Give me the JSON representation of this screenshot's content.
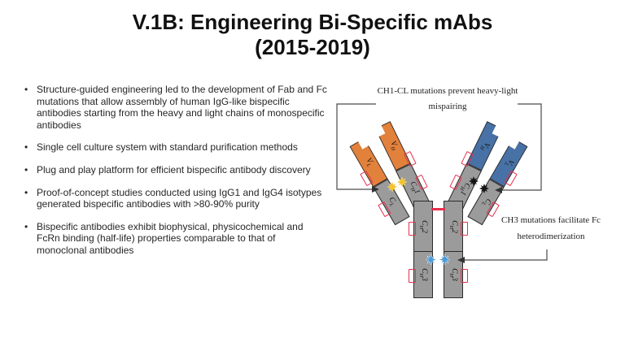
{
  "slide": {
    "title_line1": "V.1B: Engineering Bi-Specific mAbs",
    "title_line2": "(2015-2019)",
    "bullets": [
      "Structure-guided engineering led to the development of Fab and Fc mutations that allow assembly of human IgG-like bispecific antibodies starting from the heavy and light chains of monospecific antibodies",
      "Single cell culture system with standard purification methods",
      "Plug and play platform for efficient bispecific antibody discovery",
      "Proof-of-concept studies conducted using IgG1 and IgG4 isotypes generated bispecific antibodies with >80-90% purity",
      "Bispecific antibodies exhibit biophysical, physicochemical and FcRn binding (half-life) properties comparable to that of monoclonal antibodies"
    ]
  },
  "diagram": {
    "annotation_top": {
      "line1": "CH1-CL mutations prevent heavy-light",
      "line2": "mispairing"
    },
    "annotation_right": {
      "line1": "CH3 mutations facilitate Fc",
      "line2": "heterodimerization"
    },
    "domain_labels": {
      "vh": {
        "pre": "V",
        "sub": "H",
        "post": ""
      },
      "vl": {
        "pre": "V",
        "sub": "L",
        "post": ""
      },
      "ch1": {
        "pre": "C",
        "sub": "H",
        "post": "1"
      },
      "cl": {
        "pre": "C",
        "sub": "L",
        "post": ""
      },
      "ch2": {
        "pre": "C",
        "sub": "H",
        "post": "2"
      },
      "ch3": {
        "pre": "C",
        "sub": "H",
        "post": "3"
      }
    },
    "mutation_markers": {
      "fab_left": "yellow-star",
      "fab_right": "black-star",
      "fc": "blue-star"
    },
    "colors": {
      "fab_left_variable": "#e2813b",
      "fab_right_variable": "#4871a6",
      "constant_domains": "#9b9b9b",
      "mutation_outline_red": "#e5304c",
      "star_yellow": "#f2c230",
      "star_black": "#151515",
      "star_blue": "#4e9bd8"
    }
  }
}
